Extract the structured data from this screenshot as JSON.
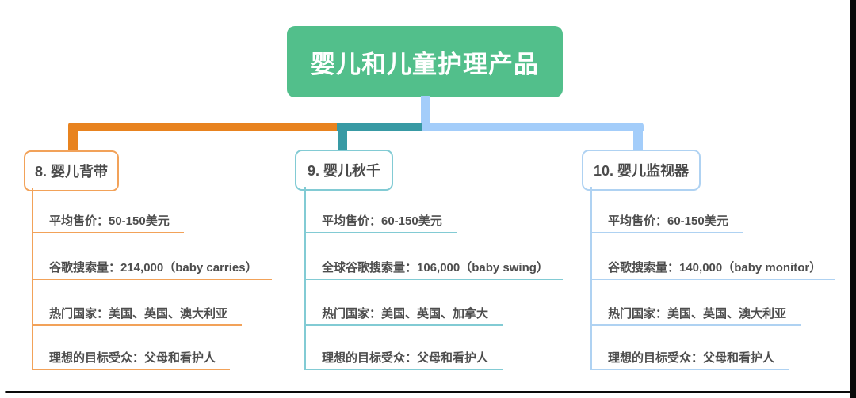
{
  "root": {
    "title": "婴儿和儿童护理产品"
  },
  "branches": [
    {
      "id": "baby-carriers",
      "title": "8. 婴儿背带",
      "color": "#E8831F",
      "light_color": "#F2A259",
      "items": [
        "平均售价：50-150美元",
        "谷歌搜索量：214,000（baby carries）",
        "热门国家：美国、英国、澳大利亚",
        "理想的目标受众：父母和看护人"
      ]
    },
    {
      "id": "baby-swings",
      "title": "9. 婴儿秋千",
      "color": "#389AA4",
      "light_color": "#82CBD4",
      "items": [
        "平均售价：60-150美元",
        "全球谷歌搜索量：106,000（baby swing）",
        "热门国家：美国、英国、加拿大",
        "理想的目标受众：父母和看护人"
      ]
    },
    {
      "id": "baby-monitors",
      "title": "10. 婴儿监视器",
      "color": "#A3CDFA",
      "light_color": "#AFD2F2",
      "items": [
        "平均售价：60-150美元",
        "谷歌搜索量：140,000（baby monitor）",
        "热门国家：美国、英国、澳大利亚",
        "理想的目标受众：父母和看护人"
      ]
    }
  ],
  "colors": {
    "root_bg": "#52BF8B",
    "root_text": "#FFFFFF",
    "title_text": "#4A4A4A",
    "item_text": "#4D4D4D",
    "frame": "#0A0A0A",
    "background": "#FFFFFF"
  }
}
